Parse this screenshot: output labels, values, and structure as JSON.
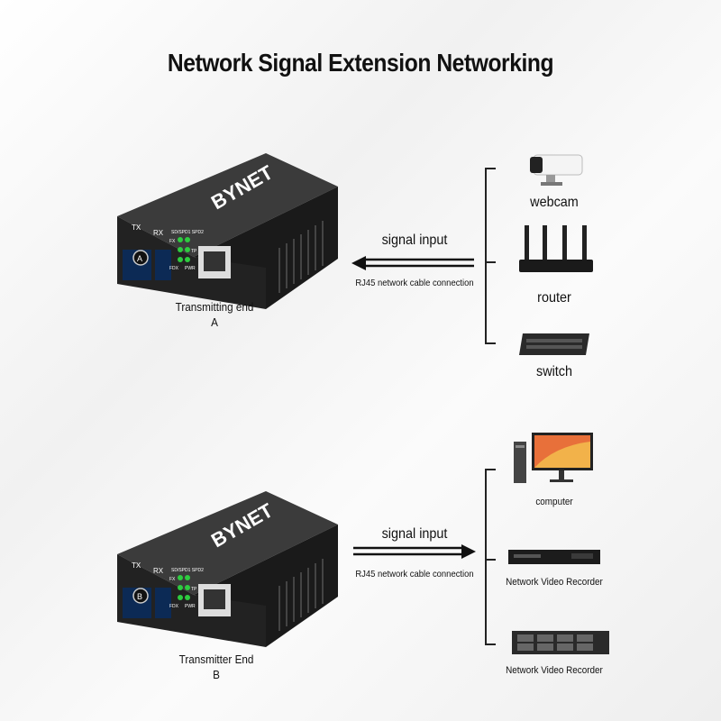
{
  "title": "Network Signal Extension Networking",
  "converter": {
    "brand": "BYNET",
    "tx": "TX",
    "rx": "RX",
    "led_top": "SD/SPD1 SPD2",
    "led_fx": "FX",
    "led_tp": "TP",
    "led_fdx": "FDX",
    "led_pwr": "PWR"
  },
  "top": {
    "badge": "A",
    "caption_line1": "Transmitting end",
    "caption_line2": "A",
    "signal_label": "signal input",
    "cable_label": "RJ45 network cable connection",
    "devices": [
      {
        "label": "webcam",
        "icon": "webcam-icon"
      },
      {
        "label": "router",
        "icon": "router-icon"
      },
      {
        "label": "switch",
        "icon": "switch-icon"
      }
    ]
  },
  "bottom": {
    "badge": "B",
    "caption_line1": "Transmitter End",
    "caption_line2": "B",
    "signal_label": "signal input",
    "cable_label": "RJ45 network cable connection",
    "devices": [
      {
        "label": "computer",
        "icon": "computer-icon"
      },
      {
        "label": "Network Video Recorder",
        "icon": "nvr-icon"
      },
      {
        "label": "Network Video Recorder",
        "icon": "server-icon"
      }
    ]
  }
}
